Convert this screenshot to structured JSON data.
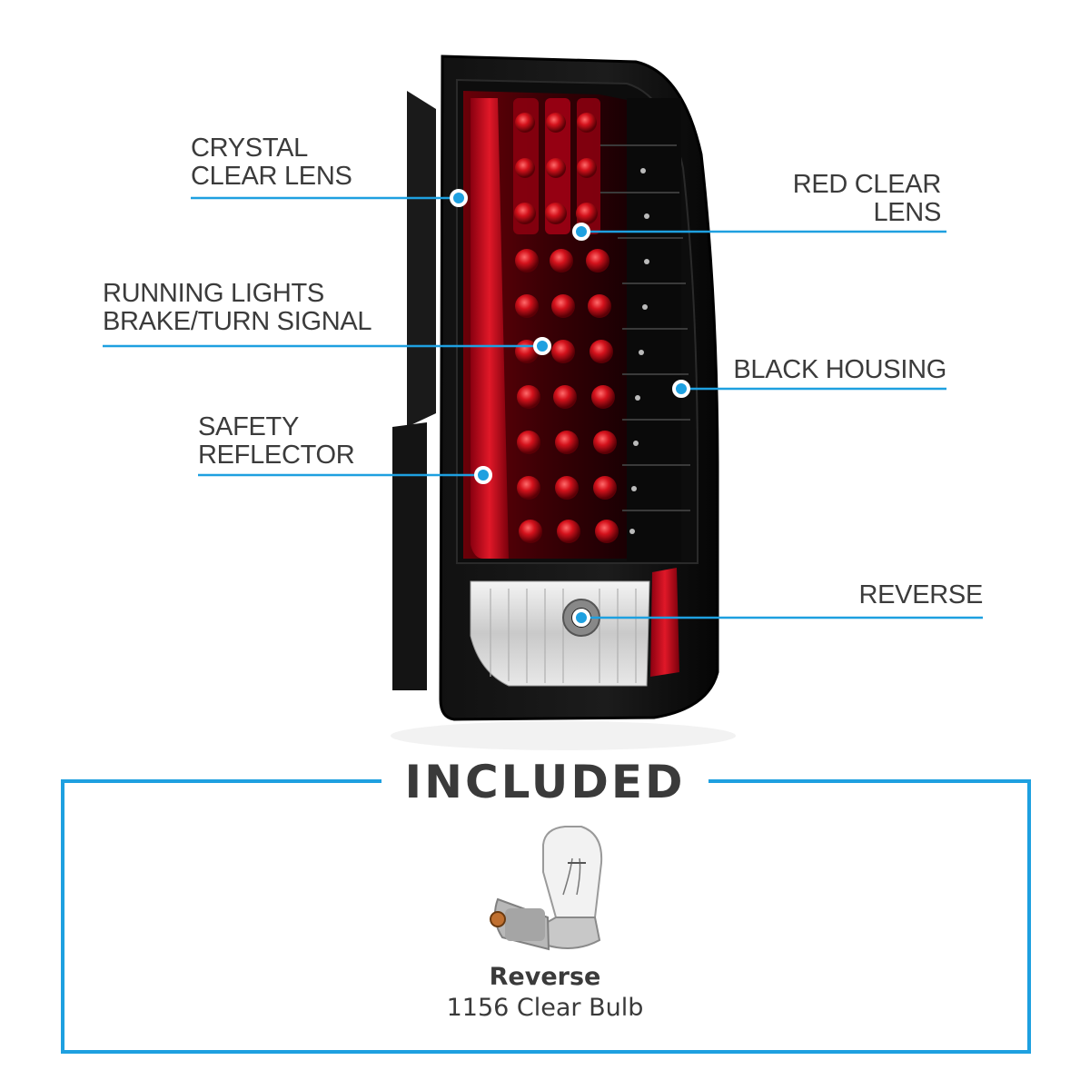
{
  "callouts": {
    "crystal_clear_lens": [
      "CRYSTAL",
      "CLEAR LENS"
    ],
    "red_clear_lens": [
      "RED CLEAR",
      "LENS"
    ],
    "running_lights": [
      "RUNNING LIGHTS",
      "BRAKE/TURN SIGNAL"
    ],
    "black_housing": [
      "BLACK HOUSING"
    ],
    "safety_reflector": [
      "SAFETY",
      "REFLECTOR"
    ],
    "reverse": [
      "REVERSE"
    ]
  },
  "included": {
    "title": "INCLUDED",
    "bulb_title": "Reverse",
    "bulb_desc": "1156 Clear Bulb"
  },
  "colors": {
    "accent": "#1ea0e0",
    "text": "#3a3a3a"
  }
}
